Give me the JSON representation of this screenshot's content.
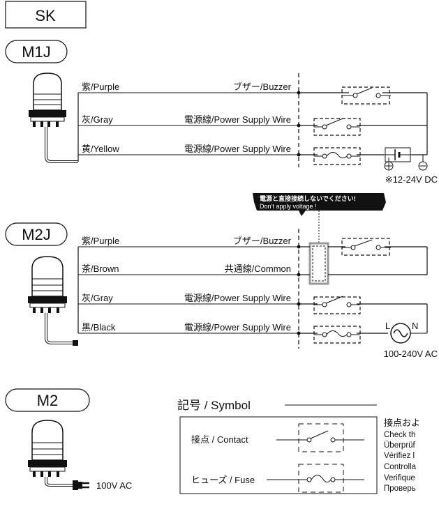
{
  "header": {
    "model": "SK"
  },
  "sections": {
    "m1j": {
      "title": "M1J",
      "wires": [
        {
          "left": "紫/Purple",
          "right": "ブザー/Buzzer"
        },
        {
          "left": "灰/Gray",
          "right": "電源線/Power Supply Wire"
        },
        {
          "left": "黄/Yellow",
          "right": "電源線/Power Supply Wire"
        }
      ],
      "supply": "※12-24V DC"
    },
    "m2j": {
      "title": "M2J",
      "warning": {
        "line1": "電源と直接接続しないでください!",
        "line2": "Don’t apply voltage !"
      },
      "wires": [
        {
          "left": "紫/Purple",
          "right": "ブザー/Buzzer"
        },
        {
          "left": "茶/Brown",
          "right": "共通線/Common"
        },
        {
          "left": "灰/Gray",
          "right": "電源線/Power Supply Wire"
        },
        {
          "left": "黒/Black",
          "right": "電源線/Power Supply Wire"
        }
      ],
      "ac_l": "L",
      "ac_n": "N",
      "supply": "100-240V AC"
    },
    "m2": {
      "title": "M2",
      "supply": "100V AC"
    }
  },
  "legend": {
    "title": "記号 / Symbol",
    "contact": "接点 / Contact",
    "fuse": "ヒューズ / Fuse"
  },
  "notes": [
    "接点およ",
    "Check th",
    "Überprüf",
    "Vérifiez l",
    "Controlla",
    "Verifique",
    "Проверь"
  ]
}
